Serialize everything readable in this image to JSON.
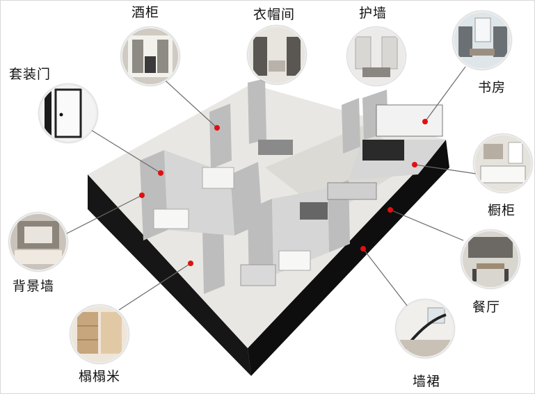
{
  "labels": {
    "wine_cabinet": "酒柜",
    "cloakroom": "衣帽间",
    "wall_guard": "护墙",
    "study": "书房",
    "door_set": "套装门",
    "cabinet": "橱柜",
    "background_wall": "背景墙",
    "dining": "餐厅",
    "tatami": "榻榻米",
    "wainscot": "墙裙"
  },
  "colors": {
    "marker": "#e01010",
    "leader": "#6a6a6a",
    "wall_dark": "#141414",
    "floor": "#e9e7e3"
  }
}
